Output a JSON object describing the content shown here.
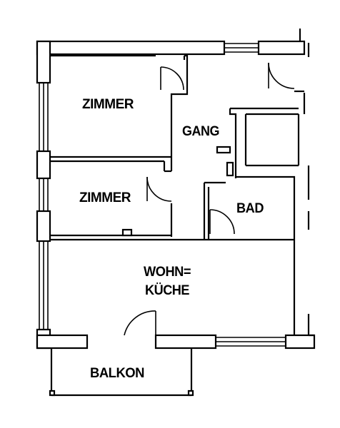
{
  "rooms": {
    "zimmer_top": "ZIMMER",
    "zimmer_mid": "ZIMMER",
    "gang": "GANG",
    "bad": "BAD",
    "wohn_line1": "WOHN=",
    "wohn_line2": "KÜCHE",
    "balkon": "BALKON"
  }
}
